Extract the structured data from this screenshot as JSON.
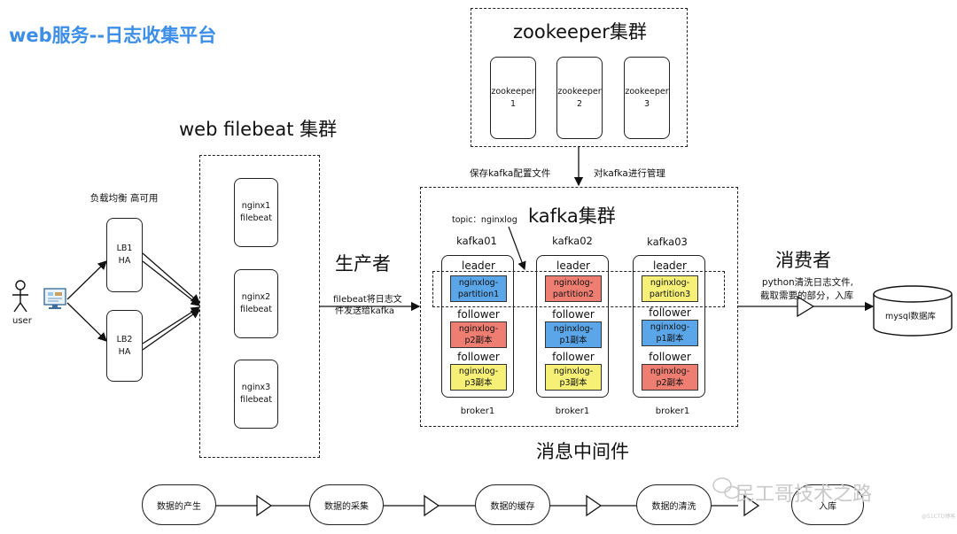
{
  "title": "web服务--日志收集平台",
  "user": {
    "label": "user"
  },
  "lb_section": {
    "caption": "负载均衡 高可用",
    "lb1": {
      "line1": "LB1",
      "line2": "HA"
    },
    "lb2": {
      "line1": "LB2",
      "line2": "HA"
    }
  },
  "filebeat_cluster": {
    "title": "web  filebeat 集群",
    "nodes": [
      {
        "line1": "nginx1",
        "line2": "filebeat"
      },
      {
        "line1": "nginx2",
        "line2": "filebeat"
      },
      {
        "line1": "nginx3",
        "line2": "filebeat"
      }
    ]
  },
  "producer": {
    "title": "生产者",
    "desc_line1": "filebeat将日志文",
    "desc_line2": "件发送给kafka"
  },
  "zookeeper_cluster": {
    "title": "zookeeper集群",
    "nodes": [
      {
        "line1": "zookeeper",
        "line2": "1"
      },
      {
        "line1": "zookeeper",
        "line2": "2"
      },
      {
        "line1": "zookeeper",
        "line2": "3"
      }
    ],
    "save_label": "保存kafka配置文件",
    "manage_label": "对kafka进行管理"
  },
  "kafka_cluster": {
    "title": "kafka集群",
    "topic": "topic：nginxlog",
    "middleware_label": "消息中间件",
    "brokers": [
      {
        "name": "kafka01",
        "leader_label": "leader",
        "follower_label1": "follower",
        "follower_label2": "follower",
        "leader_part": "nginxlog-\npartition1",
        "f1": "nginxlog-\np2副本",
        "f2": "nginxlog-\np3副本",
        "footer": "broker1"
      },
      {
        "name": "kafka02",
        "leader_label": "leader",
        "follower_label1": "follower",
        "follower_label2": "follower",
        "leader_part": "nginxlog-\npartition2",
        "f1": "nginxlog-\np1副本",
        "f2": "nginxlog-\np3副本",
        "footer": "broker1"
      },
      {
        "name": "kafka03",
        "leader_label": "leader",
        "follower_label1": "follower",
        "follower_label2": "follower",
        "leader_part": "nginxlog-\npartition3",
        "f1": "nginxlog-\np1副本",
        "f2": "nginxlog-\np2副本",
        "footer": "broker1"
      }
    ]
  },
  "consumer": {
    "title": "消费者",
    "desc_line1": "python清洗日志文件,",
    "desc_line2": "截取需要的部分，入库"
  },
  "database": {
    "label": "mysql数据库"
  },
  "flow": [
    "数据的产生",
    "数据的采集",
    "数据的缓存",
    "数据的清洗",
    "入库"
  ],
  "watermark": {
    "text": "民工哥技术之路",
    "sub": "@51CTO博客"
  },
  "colors": {
    "title": "#3c8ee8",
    "blue": "#5aa6e8",
    "red": "#ef7e72",
    "yellow": "#f6f176"
  }
}
